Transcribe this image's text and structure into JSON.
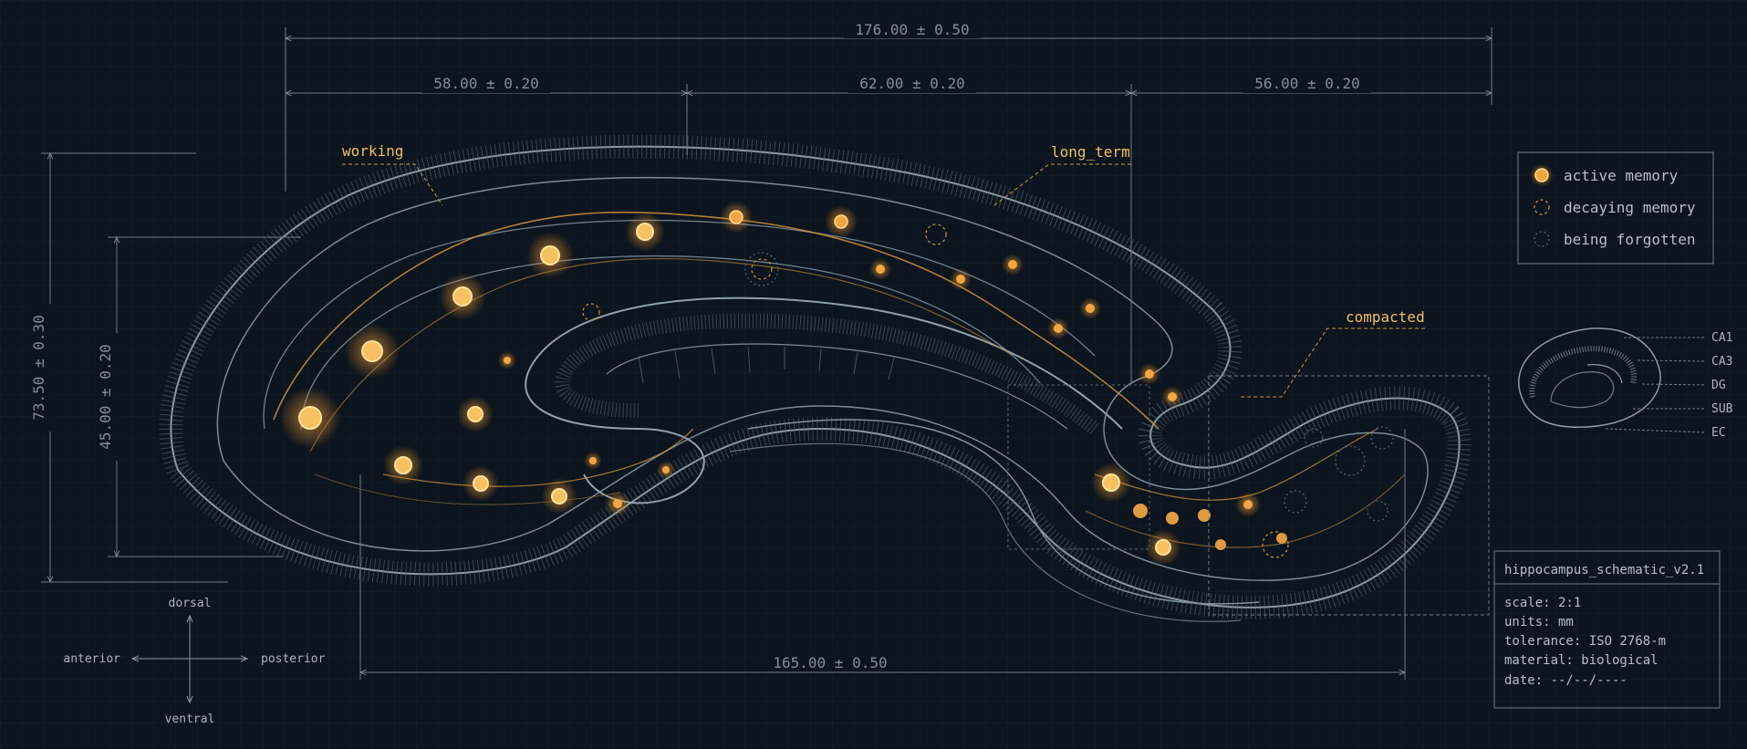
{
  "dimensions": {
    "overall": "176.00 ± 0.50",
    "seg_left": "58.00 ± 0.20",
    "seg_mid": "62.00 ± 0.20",
    "seg_right": "56.00 ± 0.20",
    "bottom": "165.00 ± 0.50",
    "height_outer": "73.50 ± 0.30",
    "height_inner": "45.00 ± 0.20"
  },
  "callouts": {
    "working": "working",
    "long_term": "long_term",
    "compacted": "compacted"
  },
  "legend": {
    "items": [
      {
        "label": "active memory",
        "color": "#f2a640"
      },
      {
        "label": "decaying memory",
        "color": "#c98a3a"
      },
      {
        "label": "being forgotten",
        "color": "#4e6a78"
      }
    ]
  },
  "regions": [
    "CA1",
    "CA3",
    "DG",
    "SUB",
    "EC"
  ],
  "compass": {
    "up": "dorsal",
    "down": "ventral",
    "left": "anterior",
    "right": "posterior"
  },
  "title_block": {
    "title": "hippocampus_schematic_v2.1",
    "lines": [
      "scale: 2:1",
      "units: mm",
      "tolerance: ISO 2768-m",
      "material: biological",
      "date: --/--/----"
    ]
  },
  "colors": {
    "background": "#0c141d",
    "grid": "#16222e",
    "line": "#6b7d88",
    "accent": "#f0a030"
  }
}
